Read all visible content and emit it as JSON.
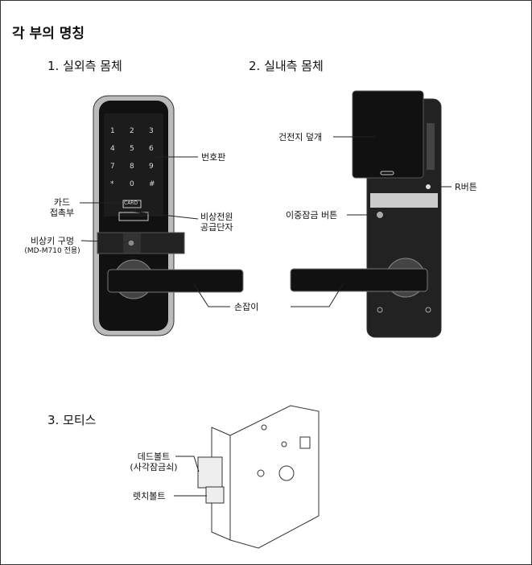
{
  "title": "각 부의 명칭",
  "sections": {
    "outdoor": "1. 실외측 몸체",
    "indoor": "2. 실내측 몸체",
    "mortise": "3. 모티스"
  },
  "outdoor": {
    "keypad": [
      "1",
      "2",
      "3",
      "4",
      "5",
      "6",
      "7",
      "8",
      "9",
      "*",
      "0",
      "#"
    ],
    "card_mark": "CARD",
    "labels": {
      "keypad": "번호판",
      "card_line1": "카드",
      "card_line2": "접촉부",
      "power_line1": "비상전원",
      "power_line2": "공급단자",
      "keyhole": "비상키 구멍",
      "keyhole_note": "(MD-M710 전용)",
      "handle": "손잡이"
    }
  },
  "indoor": {
    "labels": {
      "battery_cover": "건전지 덮개",
      "r_button": "R버튼",
      "double_lock": "이중잠금 버튼"
    }
  },
  "mortise": {
    "labels": {
      "deadbolt": "데드볼트",
      "deadbolt_note": "(사각잠금쇠)",
      "latch": "렛치볼트"
    }
  }
}
